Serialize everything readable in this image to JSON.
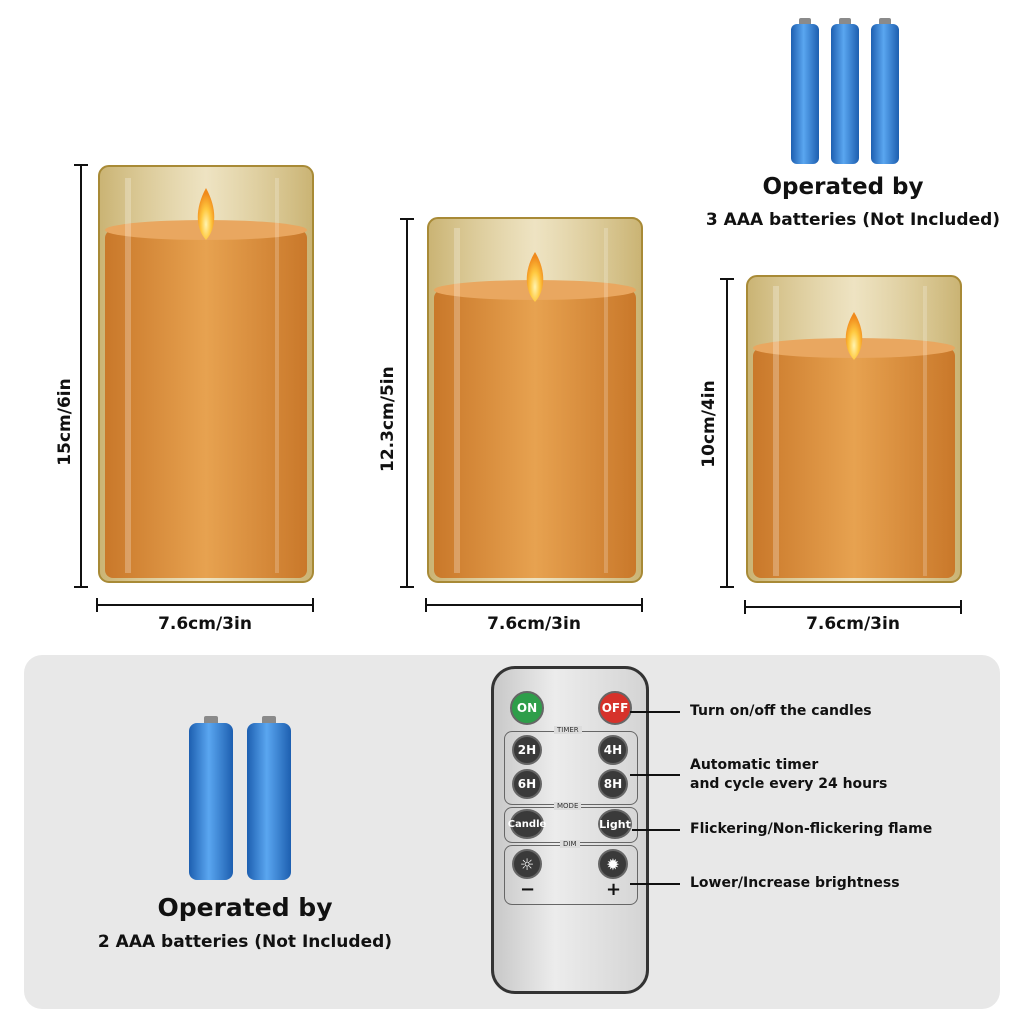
{
  "candles": [
    {
      "height_label": "15cm/6in",
      "width_label": "7.6cm/3in"
    },
    {
      "height_label": "12.3cm/5in",
      "width_label": "7.6cm/3in"
    },
    {
      "height_label": "10cm/4in",
      "width_label": "7.6cm/3in"
    }
  ],
  "top_battery_note": {
    "title": "Operated by",
    "subtitle": "3 AAA batteries (Not Included)",
    "count": 3
  },
  "bottom_battery_note": {
    "title": "Operated by",
    "subtitle": "2 AAA batteries (Not Included)",
    "count": 2
  },
  "remote": {
    "on_label": "ON",
    "off_label": "OFF",
    "timer_label": "TIMER",
    "timer_buttons": [
      "2H",
      "4H",
      "6H",
      "8H"
    ],
    "mode_label": "MODE",
    "mode_buttons": [
      "Candle",
      "Light"
    ],
    "dim_label": "DIM",
    "dim_minus": "−",
    "dim_plus": "+"
  },
  "callouts": {
    "power": "Turn on/off the candles",
    "timer_line1": "Automatic timer",
    "timer_line2": "and cycle every 24 hours",
    "mode": "Flickering/Non-flickering flame",
    "dim": "Lower/Increase brightness"
  },
  "colors": {
    "wax": "#d98a2e",
    "glass": "#c9a24a",
    "battery": "#2f7fd6",
    "on": "#2e9e4a",
    "off": "#d6322b"
  }
}
